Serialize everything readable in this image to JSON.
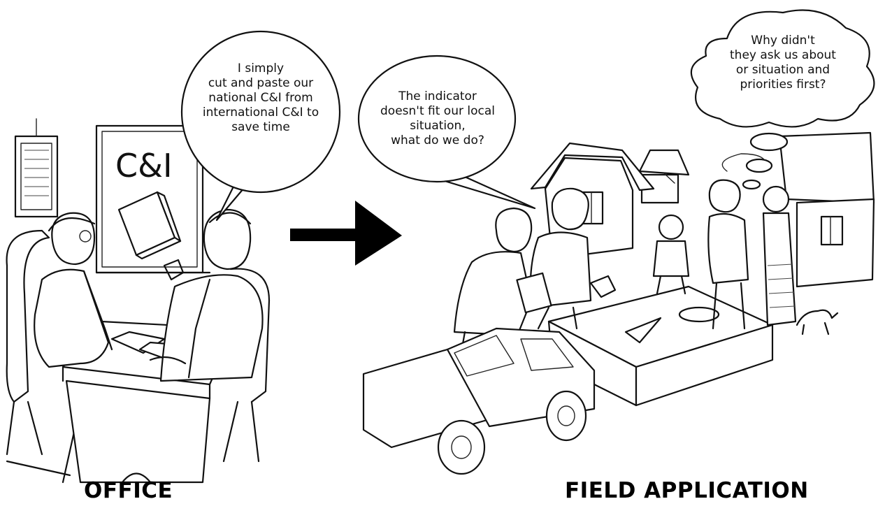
{
  "office": {
    "board_label": "C&I",
    "speech": [
      "I simply",
      "cut and paste our",
      "national C&I from",
      "international C&I to",
      "save time"
    ],
    "caption": "OFFICE"
  },
  "field": {
    "speech": [
      "The indicator",
      "doesn't fit our local",
      "situation,",
      "what do we do?"
    ],
    "thought": [
      "Why didn't",
      "they ask us about",
      "or situation and",
      "priorities first?"
    ],
    "caption": "FIELD APPLICATION"
  },
  "colors": {
    "ink": "#111111",
    "paper": "#ffffff",
    "arrow": "#000000"
  },
  "icons": {
    "transition": "arrow-right-icon"
  }
}
